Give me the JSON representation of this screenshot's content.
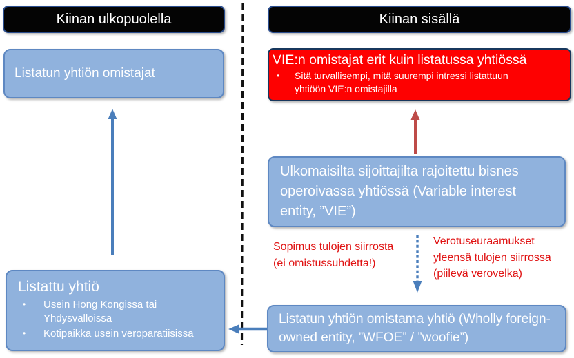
{
  "headers": {
    "left": "Kiinan ulkopuolella",
    "right": "Kiinan sisällä"
  },
  "left_column": {
    "owners_box": {
      "label": "Listatun yhtiön omistajat"
    },
    "listed_company_box": {
      "title": "Listattu yhtiö",
      "bullets": [
        "Usein Hong Kongissa tai Yhdysvalloissa",
        "Kotipaikka usein veroparatiisissa"
      ]
    }
  },
  "right_column": {
    "vie_owners_box": {
      "title": "VIE:n omistajat erit kuin listatussa yhtiössä",
      "bullets": [
        "Sitä turvallisempi, mitä suurempi intressi listattuun yhtiöön VIE:n omistajilla"
      ]
    },
    "vie_box": {
      "label": "Ulkomaisilta sijoittajilta rajoitettu bisnes operoivassa yhtiössä (Variable interest entity, ”VIE”)"
    },
    "wfoe_box": {
      "label": "Listatun yhtiön omistama yhtiö (Wholly foreign-owned entity, ”WFOE” / ”woofie”)"
    },
    "contract_note": {
      "lines": [
        "Sopimus tulojen siirrosta",
        "(ei omistussuhdetta!)"
      ]
    },
    "tax_note": {
      "lines": [
        "Verotuseuraamukset",
        "yleensä tulojen siirrossa",
        "(piilevä verovelka)"
      ]
    }
  },
  "ui": {
    "bullet_marker": "•"
  },
  "colors": {
    "box_blue_fill": "#90B2DD",
    "box_blue_border": "#5E88C2",
    "box_red_fill": "#FE0101",
    "box_dark_navy_border": "#17375D",
    "note_red_text": "#E01212",
    "arrow_blue": "#4A7EBB",
    "arrow_red": "#BE4B48",
    "divider_black": "#111111",
    "box_text_white": "#FFFFFF"
  }
}
